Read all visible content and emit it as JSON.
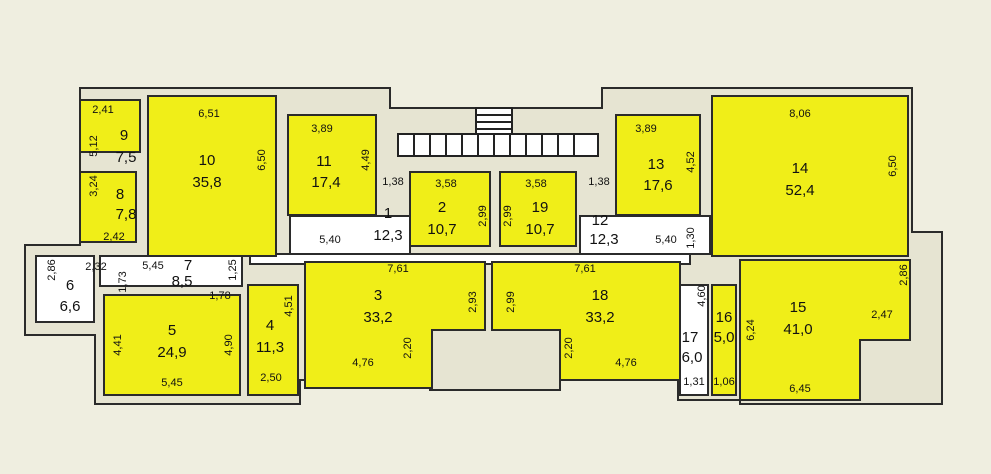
{
  "rooms": [
    {
      "id": "r1",
      "num": "1",
      "area": "12,3"
    },
    {
      "id": "r2",
      "num": "2",
      "area": "10,7"
    },
    {
      "id": "r3",
      "num": "3",
      "area": "33,2"
    },
    {
      "id": "r4",
      "num": "4",
      "area": "11,3"
    },
    {
      "id": "r5",
      "num": "5",
      "area": "24,9"
    },
    {
      "id": "r6",
      "num": "6",
      "area": "6,6"
    },
    {
      "id": "r7",
      "num": "7",
      "area": "8,5"
    },
    {
      "id": "r8",
      "num": "8",
      "area": "7,8"
    },
    {
      "id": "r9",
      "num": "9",
      "area": "7,5"
    },
    {
      "id": "r10",
      "num": "10",
      "area": "35,8"
    },
    {
      "id": "r11",
      "num": "11",
      "area": "17,4"
    },
    {
      "id": "r12",
      "num": "12",
      "area": "12,3"
    },
    {
      "id": "r13",
      "num": "13",
      "area": "17,6"
    },
    {
      "id": "r14",
      "num": "14",
      "area": "52,4"
    },
    {
      "id": "r15",
      "num": "15",
      "area": "41,0"
    },
    {
      "id": "r16",
      "num": "16",
      "area": "5,0"
    },
    {
      "id": "r17",
      "num": "17",
      "area": "6,0"
    },
    {
      "id": "r18",
      "num": "18",
      "area": "33,2"
    },
    {
      "id": "r19",
      "num": "19",
      "area": "10,7"
    }
  ],
  "dimensions": {
    "d1": "2,41",
    "d2": "5,12",
    "d3": "6,51",
    "d4": "6,50",
    "d5": "3,24",
    "d6": "2,42",
    "d7": "3,89",
    "d8": "4,49",
    "d9": "1,38",
    "d10": "5,40",
    "d11": "3,58",
    "d12": "2,99",
    "d13": "3,58",
    "d14": "2,99",
    "d15": "1,38",
    "d16": "3,89",
    "d17": "4,52",
    "d18": "5,40",
    "d19": "1,30",
    "d20": "8,06",
    "d21": "6,50",
    "d22": "2,86",
    "d23": "2,32",
    "d24": "5,45",
    "d25": "1,73",
    "d26": "1,25",
    "d27": "1,78",
    "d28": "4,41",
    "d29": "5,45",
    "d30": "4,90",
    "d31": "4,51",
    "d32": "2,50",
    "d33": "7,61",
    "d34": "2,93",
    "d35": "4,76",
    "d36": "2,20",
    "d37": "7,61",
    "d38": "2,99",
    "d39": "2,20",
    "d40": "4,76",
    "d41": "4,60",
    "d42": "1,31",
    "d43": "1,06",
    "d44": "6,24",
    "d45": "2,86",
    "d46": "2,47",
    "d47": "6,45"
  }
}
